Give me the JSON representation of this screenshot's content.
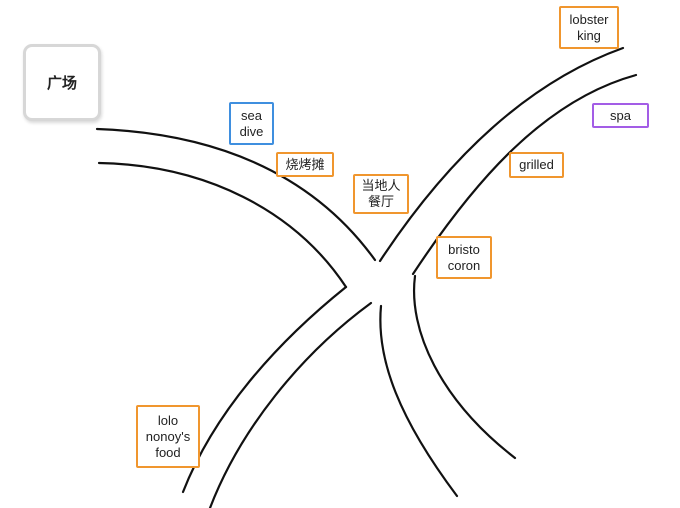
{
  "plaza": {
    "label": "广场"
  },
  "labels": {
    "sea_dive": "sea\ndive",
    "bbq_stall": "烧烤摊",
    "local_restaurant": "当地人\n餐厅",
    "lobster_king": "lobster\nking",
    "spa": "spa",
    "grilled": "grilled",
    "bristo_coron": "bristo\ncoron",
    "lolo_nonoys_food": "lolo\nnonoy's\nfood"
  },
  "colors": {
    "restaurant_border": "#f0962e",
    "dive_border": "#3f8fdf",
    "spa_border": "#a35de6",
    "plaza_border": "#d7d7d7",
    "road": "#111111"
  }
}
